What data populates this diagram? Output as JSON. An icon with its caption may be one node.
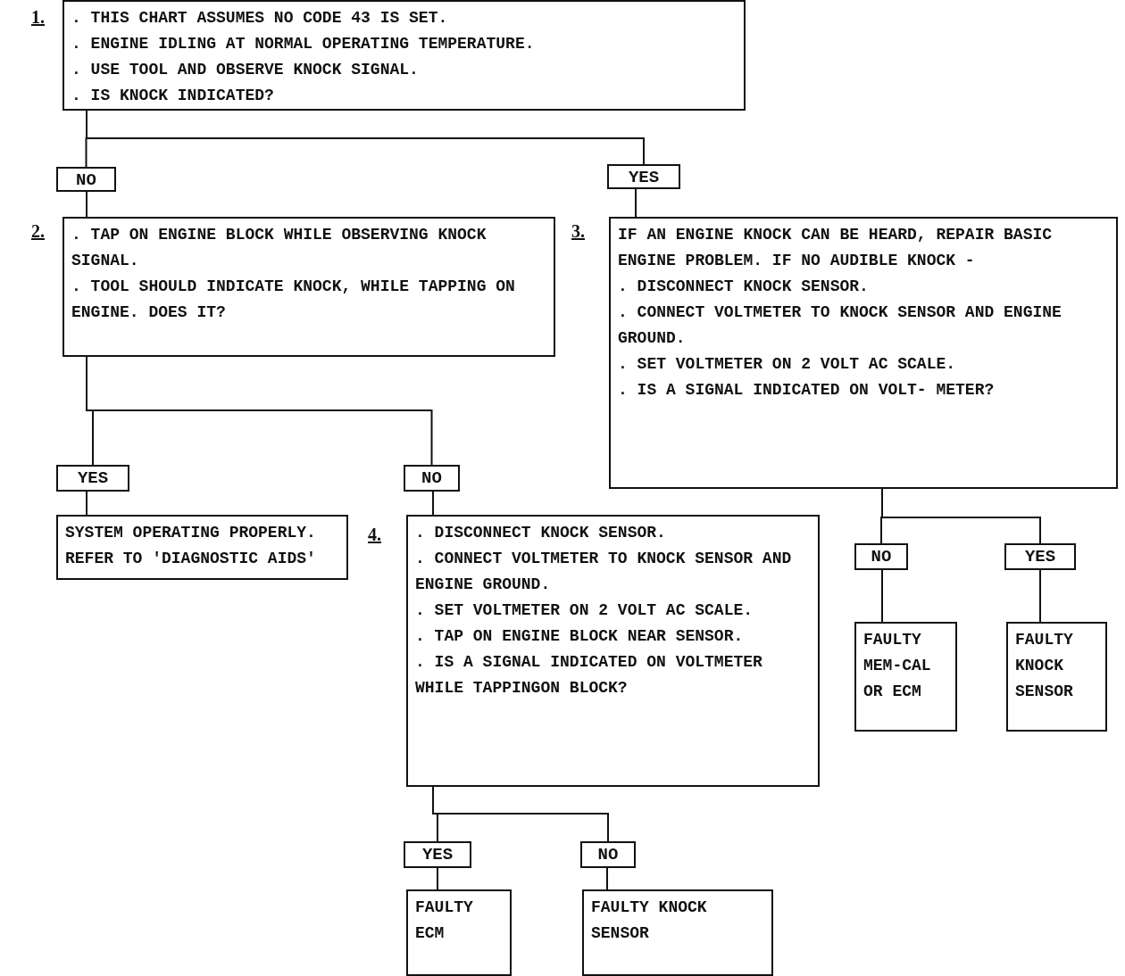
{
  "diagram": {
    "nodes": [
      {
        "text": [
          ". THIS CHART ASSUMES NO CODE 43 IS SET.",
          ". ENGINE IDLING AT NORMAL OPERATING TEMPERATURE.",
          ". USE TOOL AND OBSERVE KNOCK SIGNAL.",
          ". IS KNOCK INDICATED?"
        ]
      },
      {
        "text": [
          "NO"
        ]
      },
      {
        "text": [
          "YES"
        ]
      },
      {
        "text": [
          ". TAP ON ENGINE BLOCK WHILE OBSERVING KNOCK SIGNAL.",
          ". TOOL SHOULD INDICATE KNOCK, WHILE TAPPING ON ENGINE. DOES IT?"
        ]
      },
      {
        "text": [
          "IF AN ENGINE KNOCK CAN BE HEARD, REPAIR BASIC ENGINE PROBLEM. IF NO AUDIBLE KNOCK -",
          ". DISCONNECT KNOCK SENSOR.",
          ". CONNECT VOLTMETER TO KNOCK SENSOR AND ENGINE GROUND.",
          ". SET VOLTMETER ON 2 VOLT AC SCALE.",
          ". IS A SIGNAL INDICATED ON VOLT- METER?"
        ]
      },
      {
        "text": [
          "YES"
        ]
      },
      {
        "text": [
          "NO"
        ]
      },
      {
        "text": [
          "NO"
        ]
      },
      {
        "text": [
          "YES"
        ]
      },
      {
        "text": [
          "SYSTEM OPERATING PROPERLY. REFER TO 'DIAGNOSTIC AIDS'"
        ]
      },
      {
        "text": [
          ". DISCONNECT KNOCK SENSOR.",
          ". CONNECT VOLTMETER TO KNOCK SENSOR AND ENGINE GROUND.",
          ". SET VOLTMETER ON 2 VOLT AC SCALE.",
          ". TAP ON ENGINE BLOCK NEAR SENSOR.",
          ". IS A SIGNAL INDICATED ON VOLTMETER WHILE TAPPINGON BLOCK?"
        ]
      },
      {
        "text": [
          "FAULTY MEM-CAL OR ECM"
        ]
      },
      {
        "text": [
          "FAULTY KNOCK SENSOR"
        ]
      },
      {
        "text": [
          "YES"
        ]
      },
      {
        "text": [
          "NO"
        ]
      },
      {
        "text": [
          "FAULTY ECM"
        ]
      },
      {
        "text": [
          "FAULTY KNOCK SENSOR"
        ]
      }
    ],
    "edges": [
      {
        "from": 0,
        "to": 1,
        "arrow": "none"
      },
      {
        "from": 0,
        "to": 2,
        "arrow": "none"
      },
      {
        "from": 1,
        "to": 3,
        "arrow": "none"
      },
      {
        "from": 2,
        "to": 4,
        "arrow": "none"
      },
      {
        "from": 3,
        "to": 5,
        "arrow": "none"
      },
      {
        "from": 3,
        "to": 6,
        "arrow": "none"
      },
      {
        "from": 5,
        "to": 9,
        "arrow": "none"
      },
      {
        "from": 6,
        "to": 10,
        "arrow": "none"
      },
      {
        "from": 4,
        "to": 7,
        "arrow": "none"
      },
      {
        "from": 4,
        "to": 8,
        "arrow": "none"
      },
      {
        "from": 7,
        "to": 11,
        "arrow": "none"
      },
      {
        "from": 8,
        "to": 12,
        "arrow": "none"
      },
      {
        "from": 10,
        "to": 13,
        "arrow": "none"
      },
      {
        "from": 10,
        "to": 14,
        "arrow": "none"
      },
      {
        "from": 13,
        "to": 15,
        "arrow": "none"
      },
      {
        "from": 14,
        "to": 16,
        "arrow": "none"
      }
    ],
    "labels": [
      "1.",
      "2.",
      "3.",
      "4."
    ]
  }
}
